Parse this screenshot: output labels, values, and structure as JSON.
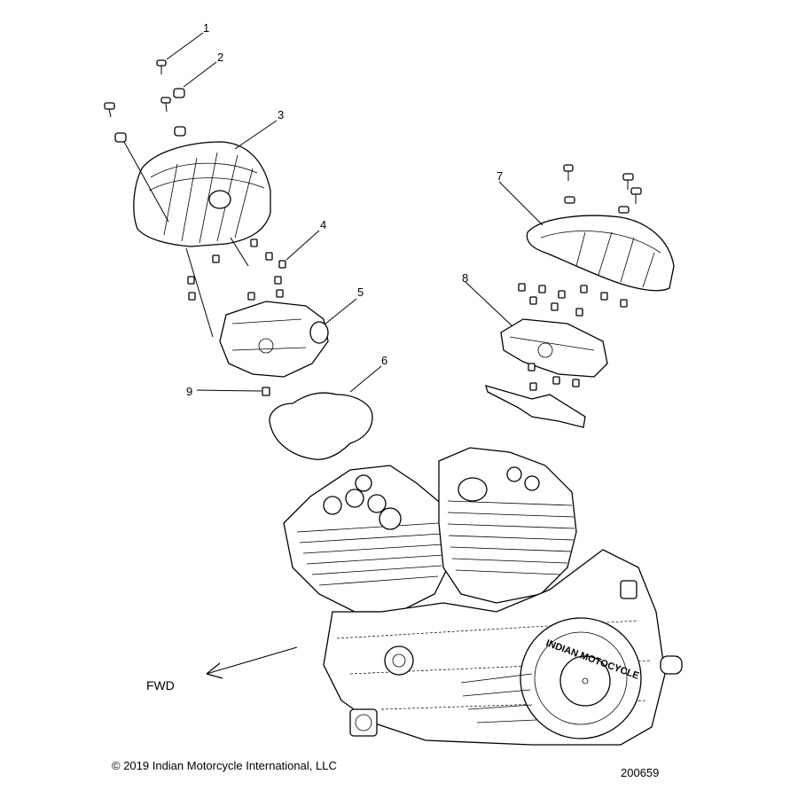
{
  "callouts": [
    "1",
    "2",
    "3",
    "4",
    "5",
    "6",
    "7",
    "8",
    "9"
  ],
  "direction_label": "FWD",
  "copyright": "© 2019 Indian Motorcycle International, LLC",
  "figure_number": "200659",
  "logo_text": "INDIAN MOTOCYCLE"
}
